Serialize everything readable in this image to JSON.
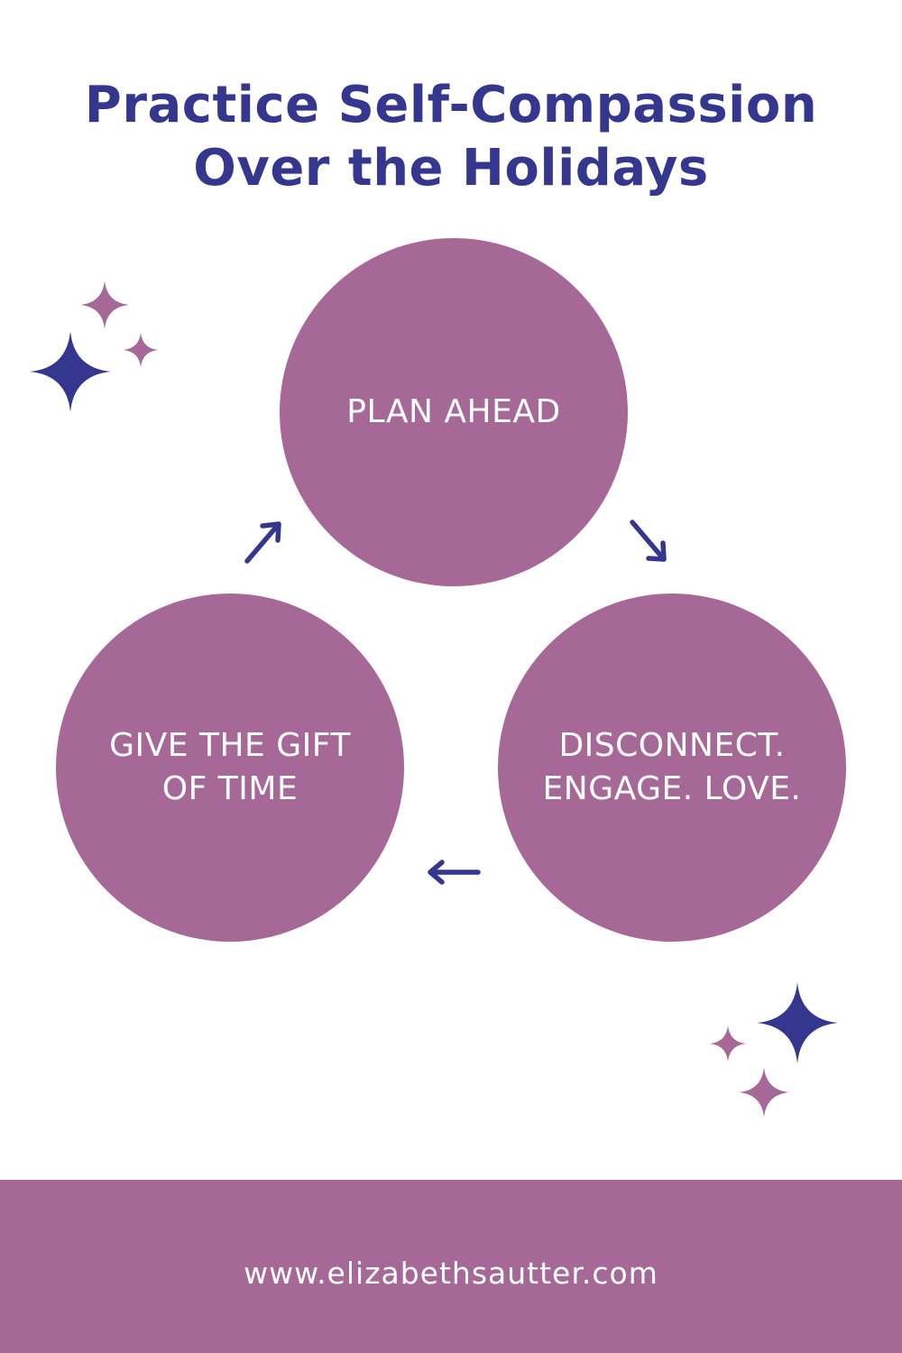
{
  "title": {
    "line1": "Practice Self-Compassion",
    "line2": "Over the Holidays"
  },
  "cycle": {
    "steps": [
      {
        "label_lines": [
          "PLAN AHEAD"
        ]
      },
      {
        "label_lines": [
          "DISCONNECT.",
          "ENGAGE. LOVE."
        ]
      },
      {
        "label_lines": [
          "GIVE THE GIFT",
          "OF TIME"
        ]
      }
    ]
  },
  "footer": {
    "url": "www.elizabethsautter.com"
  },
  "colors": {
    "title": "#35378e",
    "circle": "#a66896",
    "arrow": "#35378e",
    "sparkle_navy": "#35378e",
    "sparkle_mauve": "#a66896",
    "footer_bg": "#a66896",
    "footer_text": "#ffffff"
  },
  "icons": {
    "arrows": [
      "arrow-down-right-icon",
      "arrow-left-icon",
      "arrow-up-right-icon"
    ],
    "decorations": [
      "sparkle-icon"
    ]
  }
}
